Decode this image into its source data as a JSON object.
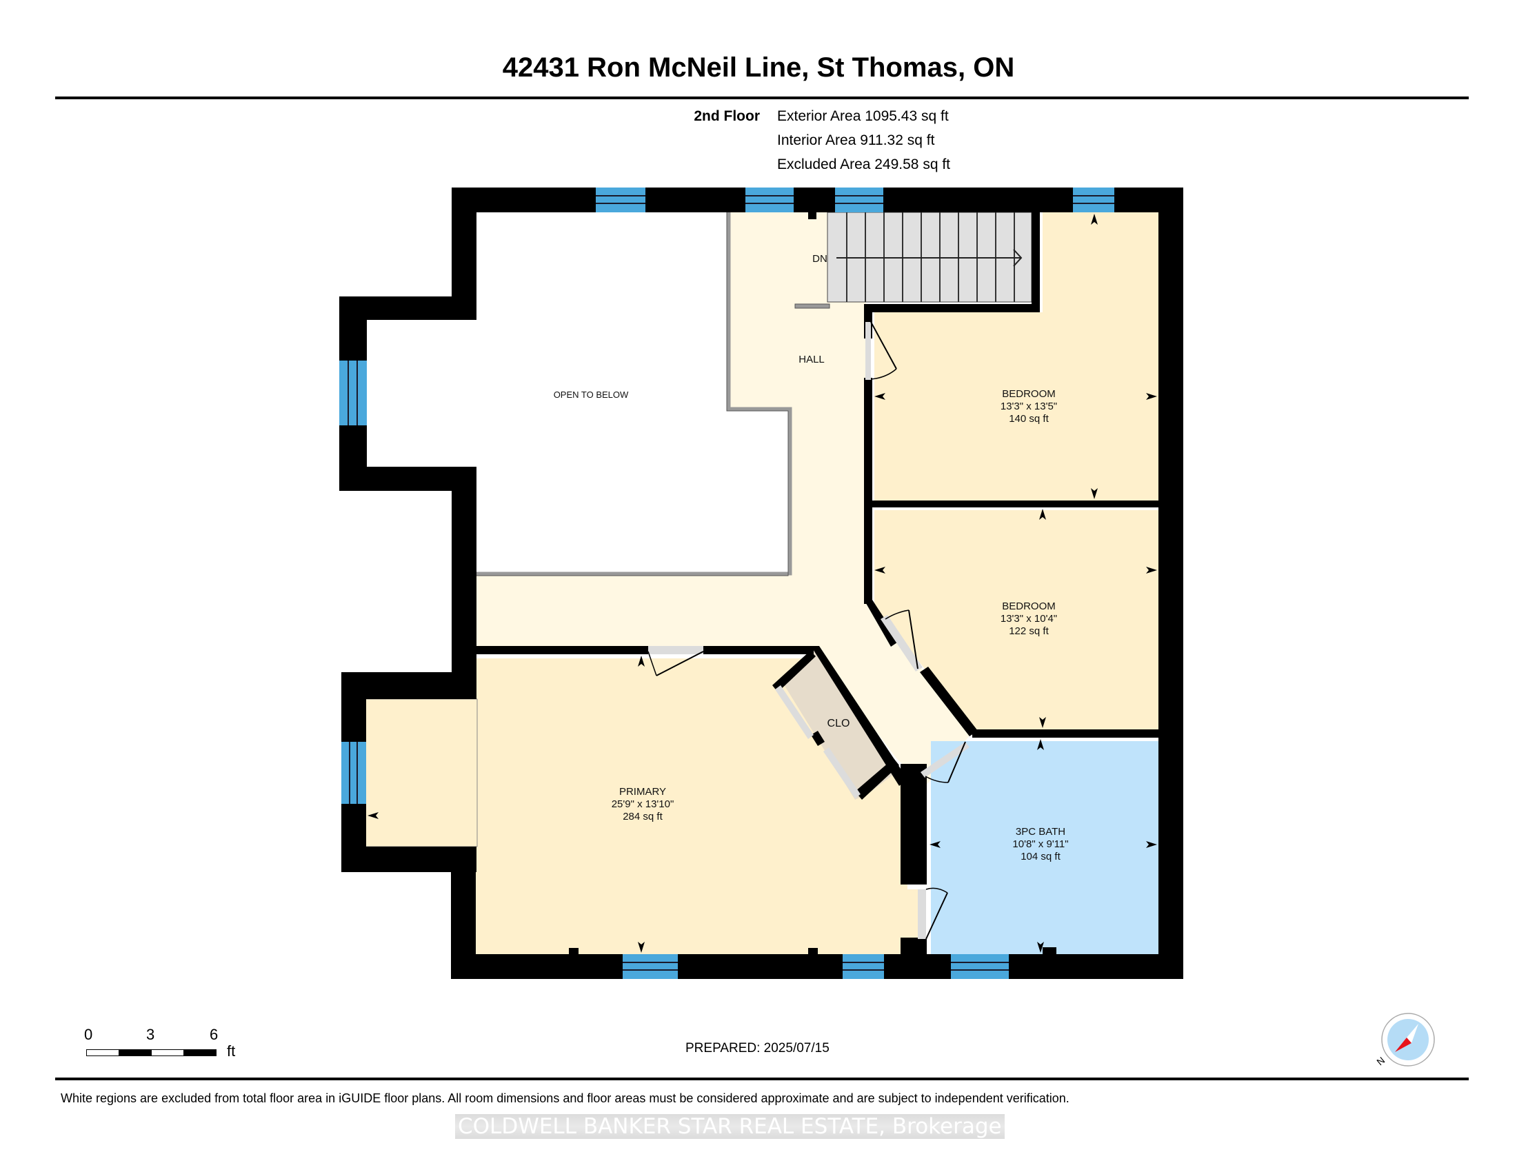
{
  "header": {
    "title": "42431 Ron McNeil Line, St Thomas, ON"
  },
  "floor_summary": {
    "floor_label": "2nd Floor",
    "exterior_area": "Exterior Area 1095.43 sq ft",
    "interior_area": "Interior Area 911.32 sq ft",
    "excluded_area": "Excluded Area 249.58 sq ft"
  },
  "rooms": {
    "open_to_below": {
      "label": "OPEN TO BELOW"
    },
    "hall": {
      "label": "HALL"
    },
    "stairs": {
      "label": "DN"
    },
    "bedroom_1": {
      "label": "BEDROOM",
      "dimensions": "13'3\" x 13'5\"",
      "area": "140 sq ft"
    },
    "bedroom_2": {
      "label": "BEDROOM",
      "dimensions": "13'3\" x 10'4\"",
      "area": "122 sq ft"
    },
    "closet": {
      "label": "CLO"
    },
    "primary": {
      "label": "PRIMARY",
      "dimensions": "25'9\" x 13'10\"",
      "area": "284 sq ft"
    },
    "bath": {
      "label": "3PC BATH",
      "dimensions": "10'8\" x 9'11\"",
      "area": "104 sq ft"
    }
  },
  "colors": {
    "wall": "#000000",
    "window": "#4aa8dc",
    "bedroom_fill": "#fef0cc",
    "hall_fill": "#fff8e3",
    "bath_fill": "#bfe3fb",
    "closet_fill": "#e6dccb",
    "stairs_fill": "#e0e0e0",
    "compass_needle": "#e8141c",
    "compass_face": "#b5dcf6"
  },
  "scale_bar": {
    "ticks": [
      "0",
      "3",
      "6"
    ],
    "unit": "ft"
  },
  "compass": {
    "north_label": "N"
  },
  "footer": {
    "prepared": "PREPARED: 2025/07/15",
    "disclaimer": "White regions are excluded from total floor area in iGUIDE floor plans. All room dimensions and floor areas must be considered approximate and are subject to independent verification.",
    "watermark": "COLDWELL BANKER STAR REAL ESTATE, Brokerage"
  }
}
